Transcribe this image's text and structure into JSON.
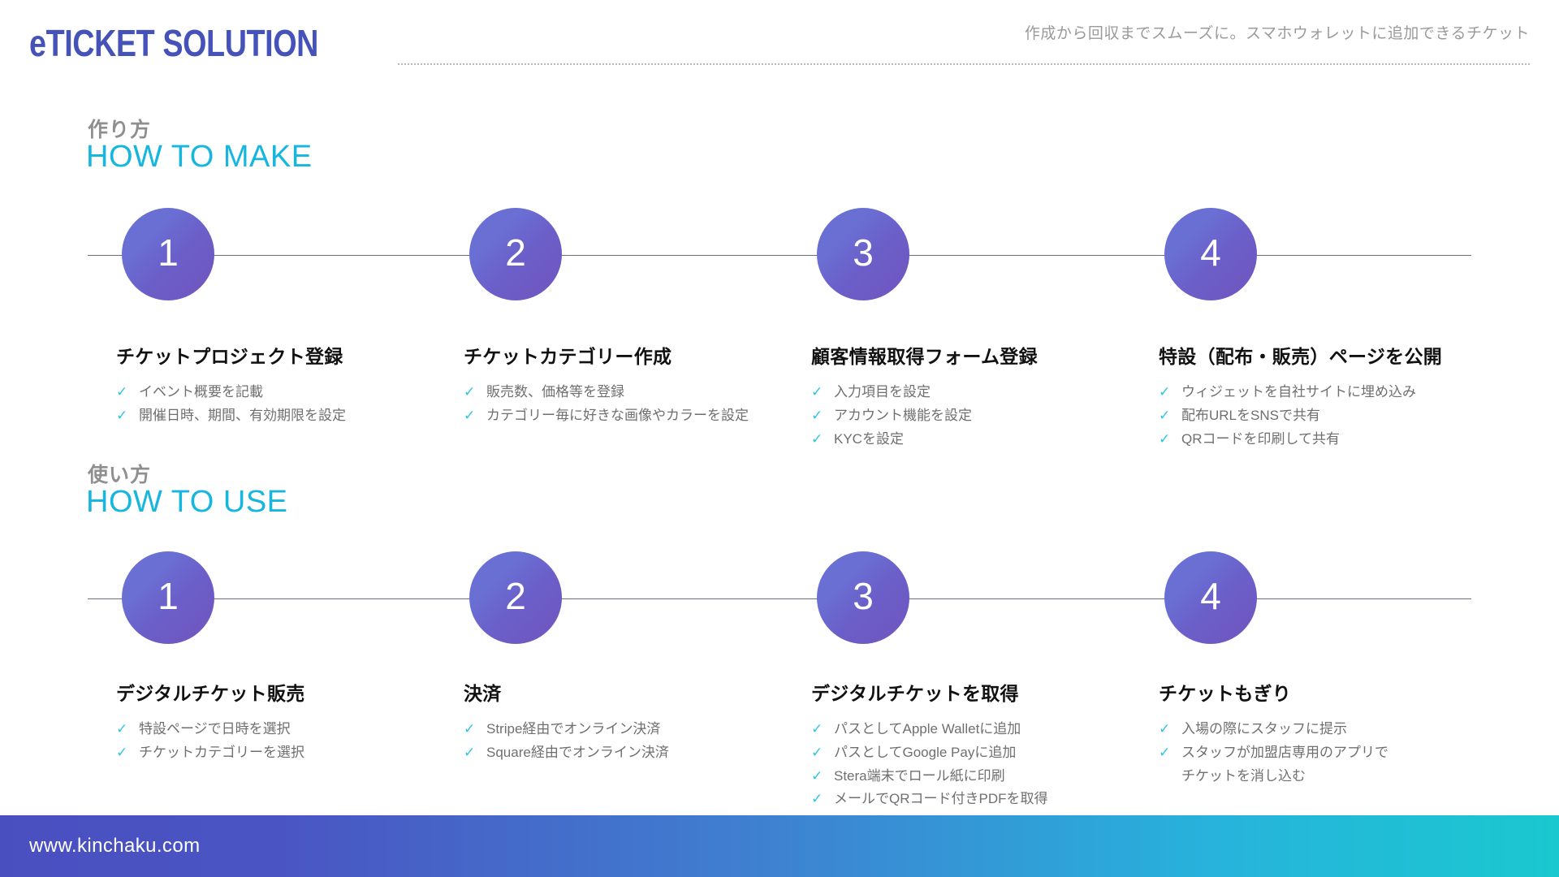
{
  "header": {
    "title": "eTICKET SOLUTION",
    "tagline": "作成から回収までスムーズに。スマホウォレットに追加できるチケット",
    "title_color": "#4553b8",
    "tagline_color": "#9a9a9a"
  },
  "accent": {
    "cyan": "#16b6de",
    "check": "#2ec4e6",
    "node_gradient_from": "#6a6fd4",
    "node_gradient_to": "#7154bd",
    "rail": "#6b6b84"
  },
  "sections": [
    {
      "label_ja": "作り方",
      "label_en": "HOW TO MAKE",
      "steps": [
        {
          "number": "1",
          "title": "チケットプロジェクト登録",
          "bullets": [
            "イベント概要を記載",
            "開催日時、期間、有効期限を設定"
          ]
        },
        {
          "number": "2",
          "title": "チケットカテゴリー作成",
          "bullets": [
            "販売数、価格等を登録",
            "カテゴリー毎に好きな画像やカラーを設定"
          ]
        },
        {
          "number": "3",
          "title": "顧客情報取得フォーム登録",
          "bullets": [
            "入力項目を設定",
            "アカウント機能を設定",
            "KYCを設定"
          ]
        },
        {
          "number": "4",
          "title": "特設（配布・販売）ページを公開",
          "bullets": [
            "ウィジェットを自社サイトに埋め込み",
            "配布URLをSNSで共有",
            "QRコードを印刷して共有"
          ]
        }
      ]
    },
    {
      "label_ja": "使い方",
      "label_en": "HOW TO USE",
      "steps": [
        {
          "number": "1",
          "title": "デジタルチケット販売",
          "bullets": [
            "特設ページで日時を選択",
            "チケットカテゴリーを選択"
          ]
        },
        {
          "number": "2",
          "title": "決済",
          "bullets": [
            "Stripe経由でオンライン決済",
            "Square経由でオンライン決済"
          ]
        },
        {
          "number": "3",
          "title": "デジタルチケットを取得",
          "bullets": [
            "パスとしてApple Walletに追加",
            "パスとしてGoogle Payに追加",
            "Stera端末でロール紙に印刷",
            "メールでQRコード付きPDFを取得"
          ]
        },
        {
          "number": "4",
          "title": "チケットもぎり",
          "bullets": [
            "入場の際にスタッフに提示",
            "スタッフが加盟店専用のアプリで",
            "チケットを消し込む"
          ],
          "bullet_continuations": [
            2
          ]
        }
      ]
    }
  ],
  "footer": {
    "url": "www.kinchaku.com"
  },
  "icons": {
    "check_glyph": "✓"
  }
}
